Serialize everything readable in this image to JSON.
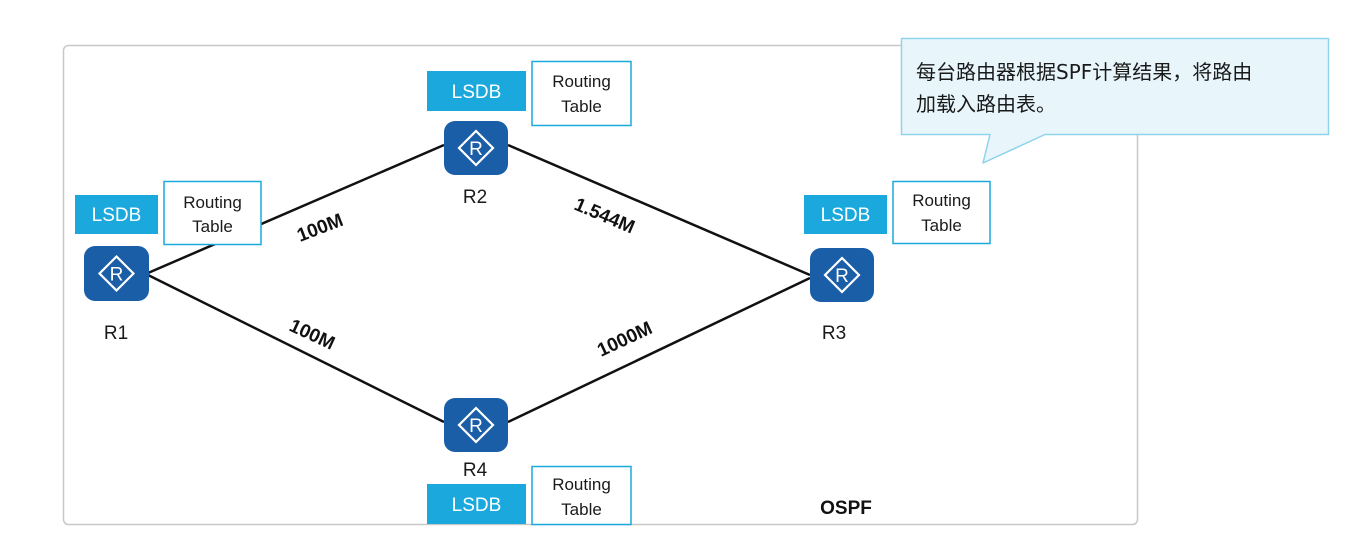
{
  "colors": {
    "lsdb_fill": "#1ba9dd",
    "routing_border": "#1ba9dd",
    "router_fill": "#1b5ea8",
    "router_icon_stroke": "#ffffff",
    "link_stroke": "#111111",
    "frame_stroke": "#c8c8c8",
    "callout_fill": "#e8f6fc",
    "callout_stroke": "#8fd3ee"
  },
  "callout": {
    "line1": "每台路由器根据SPF计算结果，将路由",
    "line2": "加载入路由表。"
  },
  "footer_label": "OSPF",
  "routers": [
    {
      "id": "R1",
      "label": "R1",
      "icon": "router-icon",
      "lsdb_label": "LSDB",
      "routing_line1": "Routing",
      "routing_line2": "Table"
    },
    {
      "id": "R2",
      "label": "R2",
      "icon": "router-icon",
      "lsdb_label": "LSDB",
      "routing_line1": "Routing",
      "routing_line2": "Table"
    },
    {
      "id": "R3",
      "label": "R3",
      "icon": "router-icon",
      "lsdb_label": "LSDB",
      "routing_line1": "Routing",
      "routing_line2": "Table"
    },
    {
      "id": "R4",
      "label": "R4",
      "icon": "router-icon",
      "lsdb_label": "LSDB",
      "routing_line1": "Routing",
      "routing_line2": "Table"
    }
  ],
  "links": [
    {
      "from": "R1",
      "to": "R2",
      "bandwidth": "100M"
    },
    {
      "from": "R2",
      "to": "R3",
      "bandwidth": "1.544M"
    },
    {
      "from": "R1",
      "to": "R4",
      "bandwidth": "100M"
    },
    {
      "from": "R4",
      "to": "R3",
      "bandwidth": "1000M"
    }
  ]
}
